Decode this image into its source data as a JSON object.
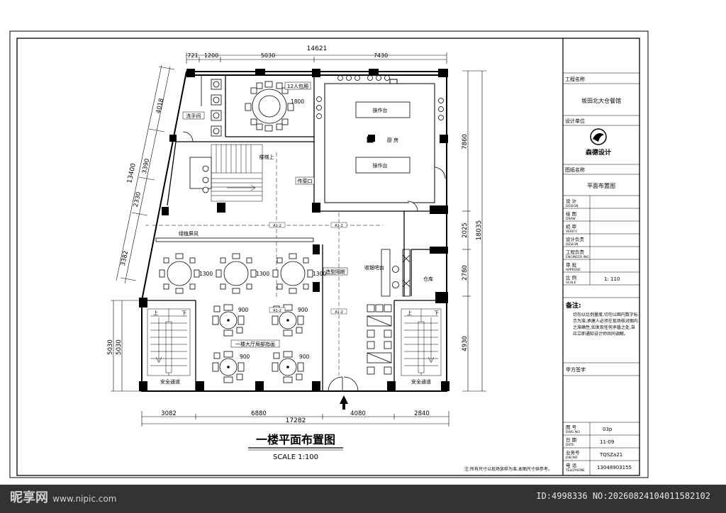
{
  "plan": {
    "title": "一楼平面布置图",
    "scale": "SCALE 1:100",
    "note": "注:所有尺寸以现场放样为准,本图尺寸供参考。"
  },
  "dimensions": {
    "top_total": "14621",
    "top": [
      "721",
      "1200",
      "5030",
      "7430"
    ],
    "bottom_total": "17282",
    "bottom": [
      "3082",
      "6880",
      "4080",
      "2840"
    ],
    "left_outer": "13400",
    "left": [
      "4018",
      "3390",
      "2330",
      "3382"
    ],
    "left_lower": [
      "5030",
      "5030"
    ],
    "right_total": "18035",
    "right": [
      "7860",
      "2025",
      "2780",
      "4930"
    ]
  },
  "rooms": {
    "private_room": "12人包厢",
    "washroom": "洗手间",
    "stairs_up": "楼梯上",
    "pass_window": "传菜口",
    "kitchen": "厨 房",
    "counter_1": "操作台",
    "counter_2": "操作台",
    "green_screen": "绿植屏风",
    "hall": "一楼大厅局部指画",
    "partition": "造型隔断",
    "cashier": "收银吧台",
    "storage": "仓库",
    "exit_left": "安全通道",
    "exit_right": "安全通道",
    "stair_up_l": "上",
    "stair_down_l": "下",
    "stair_up_r": "上",
    "stair_down_r": "下"
  },
  "table_sizes": {
    "private": "1800",
    "round_1": "1300",
    "round_2": "1300",
    "round_3": "1300",
    "four_1": "900",
    "four_2": "900",
    "four_3": "900",
    "four_4": "900"
  },
  "axis_tags": [
    "A1-2",
    "A1-2",
    "A1-2",
    "A1-2"
  ],
  "title_block": {
    "project_label": "工程名称",
    "project": "坂田北大仓餐馆",
    "designer_label": "设计单位",
    "company_name": "森德设计",
    "drawing_label": "图纸名称",
    "drawing": "平面布置图",
    "rows": [
      {
        "cn": "设 计",
        "en": "DESIGN",
        "value": ""
      },
      {
        "cn": "绘 图",
        "en": "DRAW",
        "value": ""
      },
      {
        "cn": "初 审",
        "en": "VERIFY",
        "value": ""
      },
      {
        "cn": "设计负责",
        "en": "DESIGN",
        "value": ""
      },
      {
        "cn": "工程负责",
        "en": "ENGINEER ING",
        "value": ""
      },
      {
        "cn": "审 批",
        "en": "APPROVE",
        "value": ""
      },
      {
        "cn": "比 例",
        "en": "SCALE",
        "value": "1: 110"
      }
    ],
    "remark_label": "备注:",
    "remark": "切勿以比例量度,切勿以图内数字标示为准,承建人必须在现场核对图内之准确性,如发现任何矛盾之处,自应立即通知设计师共同调解。",
    "client_sign": "甲方签字",
    "bottom_rows": [
      {
        "cn": "图 号",
        "en": "DWG NO",
        "value": "03p"
      },
      {
        "cn": "日 期",
        "en": "DATE",
        "value": "11-09"
      },
      {
        "cn": "业务号",
        "en": "JOB NO",
        "value": "TQSZa21"
      },
      {
        "cn": "电 话",
        "en": "TELEPHONE",
        "value": "13048903155"
      }
    ]
  },
  "watermark": {
    "site": "昵享网",
    "url": "www.nipic.com",
    "id": "ID:4998336 NO:20260824104011582102"
  }
}
